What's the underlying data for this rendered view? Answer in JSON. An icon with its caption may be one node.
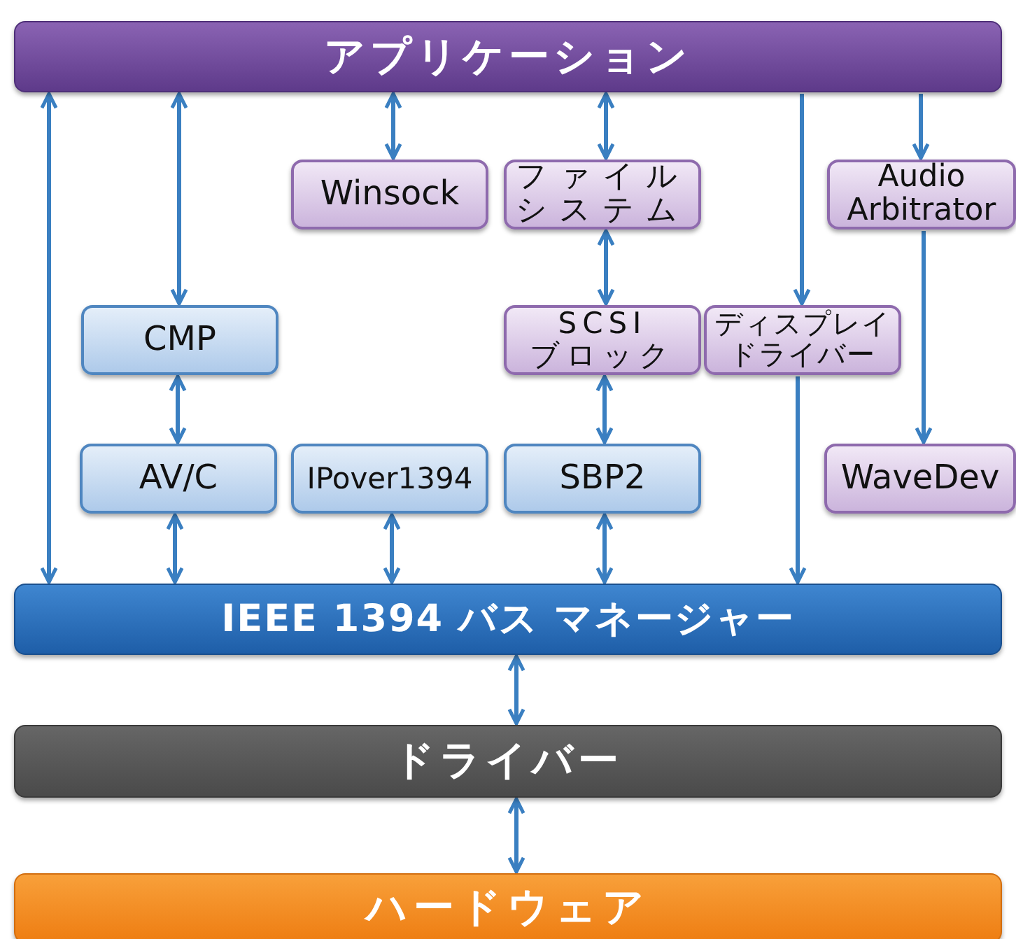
{
  "diagram": {
    "nodes": [
      {
        "text": [
          "アプリケーション"
        ]
      },
      {
        "text": [
          "Winsock"
        ]
      },
      {
        "text": [
          "ファイルシステム"
        ]
      },
      {
        "text": [
          "Audio Arbitrator"
        ]
      },
      {
        "text": [
          "CMP"
        ]
      },
      {
        "text": [
          "SCSI ブロック"
        ]
      },
      {
        "text": [
          "ディスプレイドライバー"
        ]
      },
      {
        "text": [
          "AV/C"
        ]
      },
      {
        "text": [
          "IPover1394"
        ]
      },
      {
        "text": [
          "SBP2"
        ]
      },
      {
        "text": [
          "WaveDev"
        ]
      },
      {
        "text": [
          "IEEE 1394 バス マネージャー"
        ]
      },
      {
        "text": [
          "ドライバー"
        ]
      },
      {
        "text": [
          "ハードウェア"
        ]
      }
    ],
    "edges": [
      {
        "from": 0,
        "to": 11,
        "arrow": "both"
      },
      {
        "from": 0,
        "to": 4,
        "arrow": "both"
      },
      {
        "from": 0,
        "to": 1,
        "arrow": "both"
      },
      {
        "from": 0,
        "to": 2,
        "arrow": "both"
      },
      {
        "from": 0,
        "to": 6,
        "arrow": "to"
      },
      {
        "from": 0,
        "to": 3,
        "arrow": "to"
      },
      {
        "from": 2,
        "to": 5,
        "arrow": "both"
      },
      {
        "from": 4,
        "to": 7,
        "arrow": "both"
      },
      {
        "from": 5,
        "to": 9,
        "arrow": "both"
      },
      {
        "from": 3,
        "to": 10,
        "arrow": "to"
      },
      {
        "from": 7,
        "to": 11,
        "arrow": "both"
      },
      {
        "from": 8,
        "to": 11,
        "arrow": "both"
      },
      {
        "from": 9,
        "to": 11,
        "arrow": "both"
      },
      {
        "from": 6,
        "to": 11,
        "arrow": "to"
      },
      {
        "from": 11,
        "to": 12,
        "arrow": "both"
      },
      {
        "from": 12,
        "to": 13,
        "arrow": "both"
      }
    ]
  }
}
